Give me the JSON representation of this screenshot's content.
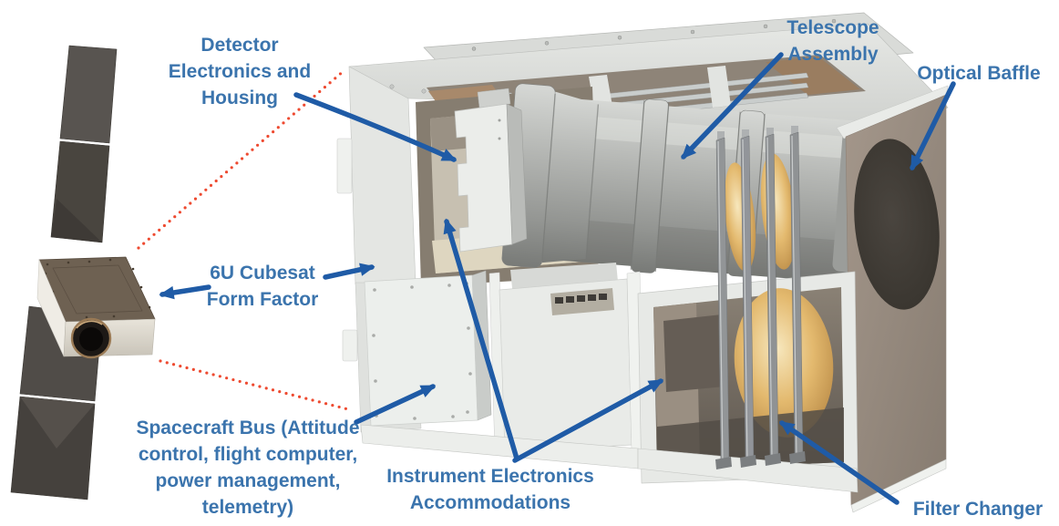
{
  "colors": {
    "background": "#ffffff",
    "label_text": "#3b74ad",
    "arrow": "#1f5ba6",
    "dotted_line": "#ee4a30"
  },
  "labels": {
    "detector_electronics": {
      "lines": [
        "Detector",
        "Electronics and",
        "Housing"
      ]
    },
    "telescope_assembly": {
      "lines": [
        "Telescope",
        "Assembly"
      ]
    },
    "optical_baffle": {
      "lines": [
        "Optical Baffle"
      ]
    },
    "cubesat_form_factor": {
      "lines": [
        "6U Cubesat",
        "Form Factor"
      ]
    },
    "spacecraft_bus": {
      "lines": [
        "Spacecraft Bus (Attitude",
        "control, flight computer,",
        "power management,",
        "telemetry)"
      ]
    },
    "instrument_electronics": {
      "lines": [
        "Instrument Electronics",
        "Accommodations"
      ]
    },
    "filter_changer": {
      "lines": [
        "Filter Changer"
      ]
    }
  }
}
